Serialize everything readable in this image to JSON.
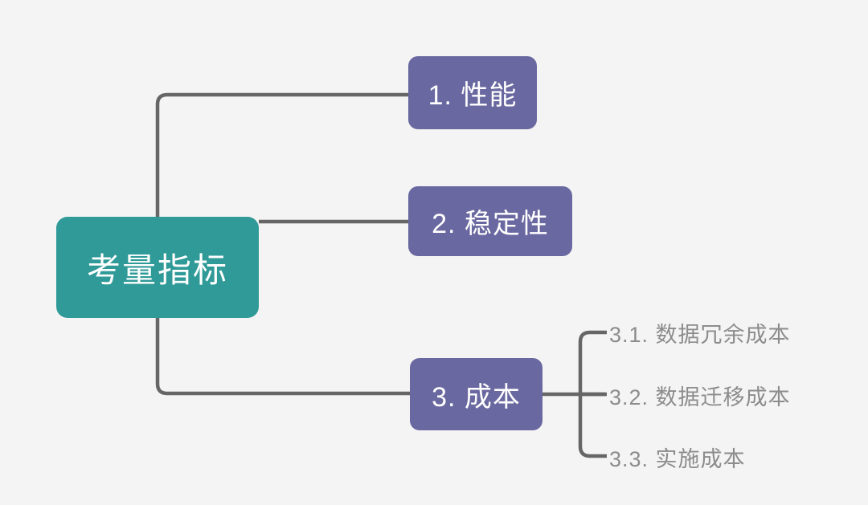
{
  "diagram": {
    "type": "mindmap",
    "title": "考量指标",
    "background_color": "#f4f4f4",
    "connector_color": "#666666",
    "root": {
      "label": "考量指标",
      "color": "#2f9a97",
      "text_color": "#ffffff"
    },
    "branches": [
      {
        "id": "b1",
        "label": "1. 性能",
        "color": "#6a68a0",
        "text_color": "#ffffff",
        "children": []
      },
      {
        "id": "b2",
        "label": "2. 稳定性",
        "color": "#6a68a0",
        "text_color": "#ffffff",
        "children": []
      },
      {
        "id": "b3",
        "label": "3. 成本",
        "color": "#6a68a0",
        "text_color": "#ffffff",
        "children": [
          {
            "id": "l1",
            "label": "3.1. 数据冗余成本",
            "text_color": "#8c8c8c"
          },
          {
            "id": "l2",
            "label": "3.2. 数据迁移成本",
            "text_color": "#8c8c8c"
          },
          {
            "id": "l3",
            "label": "3.3. 实施成本",
            "text_color": "#8c8c8c"
          }
        ]
      }
    ]
  }
}
